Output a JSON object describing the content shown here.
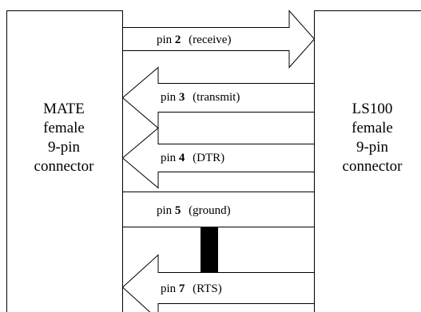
{
  "left_connector": {
    "lines": [
      "MATE",
      "female",
      "9-pin",
      "connector"
    ]
  },
  "right_connector": {
    "lines": [
      "LS100",
      "female",
      "9-pin",
      "connector"
    ]
  },
  "signals": [
    {
      "prefix": "pin",
      "number": "2",
      "name": "(receive)",
      "direction": "right"
    },
    {
      "prefix": "pin",
      "number": "3",
      "name": "(transmit)",
      "direction": "left"
    },
    {
      "prefix": "pin",
      "number": "4",
      "name": "(DTR)",
      "direction": "left"
    },
    {
      "prefix": "pin",
      "number": "5",
      "name": "(ground)",
      "direction": "none"
    },
    {
      "prefix": "pin",
      "number": "7",
      "name": "(RTS)",
      "direction": "left"
    }
  ],
  "colors": {
    "line": "#000000",
    "background": "#ffffff",
    "jumper": "#000000"
  }
}
